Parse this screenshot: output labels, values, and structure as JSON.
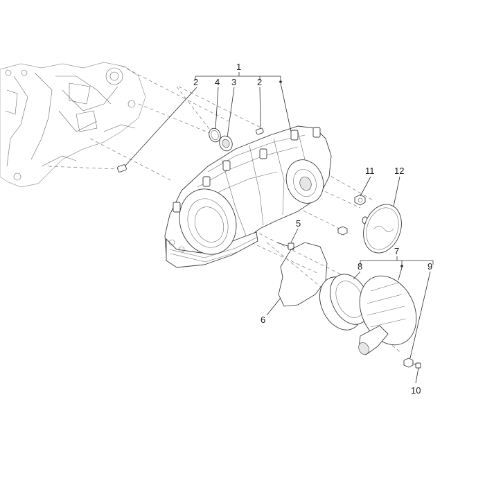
{
  "callouts": {
    "c1": "1",
    "c2a": "2",
    "c2b": "2",
    "c3": "3",
    "c4": "4",
    "c5": "5",
    "c6": "6",
    "c7": "7",
    "c8": "8",
    "c9": "9",
    "c10": "10",
    "c11": "11",
    "c12": "12"
  }
}
